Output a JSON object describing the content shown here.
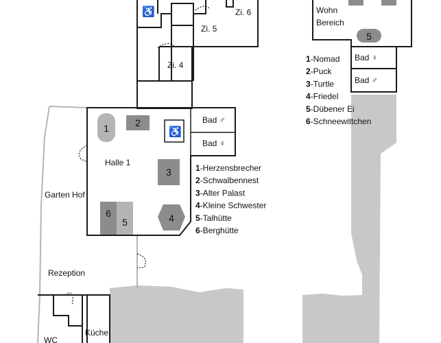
{
  "colors": {
    "wall": "#1a1a1a",
    "grey_area": "#c8c8c8",
    "furniture_dark": "#8c8c8c",
    "furniture_light": "#b4b4b4"
  },
  "rooms": {
    "zi6": "Zi. 6",
    "zi5": "Zi. 5",
    "zi4": "Zi. 4",
    "wohn": "Wohn",
    "bereich": "Bereich",
    "halle": "Halle 1",
    "garten_hof": "Garten Hof",
    "rezeption": "Rezeption",
    "kueche": "Küche",
    "wc": "WC",
    "bad_m_upper": "Bad ♂",
    "bad_w_upper": "Bad ♀",
    "bad_w_right": "Bad ♀",
    "bad_m_right": "Bad ♂"
  },
  "markers": {
    "m1": "1",
    "m2": "2",
    "m3": "3",
    "m4": "4",
    "m5": "5",
    "m6": "6",
    "m5_right": "5"
  },
  "icons": {
    "wheelchair": "♿"
  },
  "legend_halle": [
    {
      "num": "1",
      "name": "-Herzensbrecher"
    },
    {
      "num": "2",
      "name": "-Schwalbennest"
    },
    {
      "num": "3",
      "name": "-Alter Palast"
    },
    {
      "num": "4",
      "name": "-Kleine Schwester"
    },
    {
      "num": "5",
      "name": "-Talhütte"
    },
    {
      "num": "6",
      "name": "-Berghütte"
    }
  ],
  "legend_wohn": [
    {
      "num": "1",
      "name": "-Nomad"
    },
    {
      "num": "2",
      "name": "-Puck"
    },
    {
      "num": "3",
      "name": "-Turtle"
    },
    {
      "num": "4",
      "name": "-Friedel"
    },
    {
      "num": "5",
      "name": "-Dübener Ei"
    },
    {
      "num": "6",
      "name": "-Schneewittchen"
    }
  ]
}
